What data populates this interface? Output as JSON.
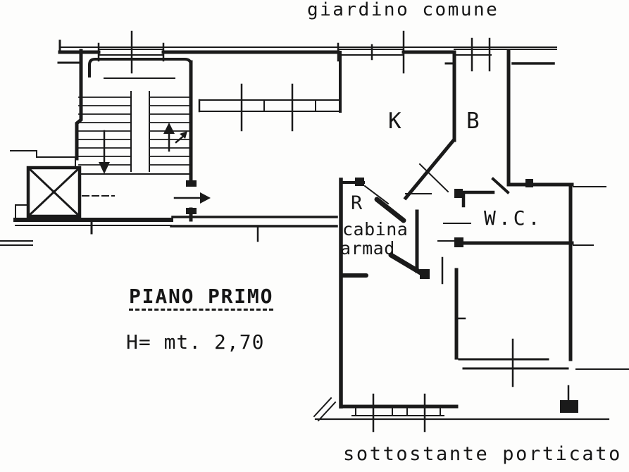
{
  "plan": {
    "top_caption": "giardino comune",
    "bottom_caption": "sottostante porticato",
    "floor_label": "PIANO PRIMO",
    "height_label": "H= mt. 2,70"
  },
  "rooms": {
    "kitchen": "K",
    "bathroom": "B",
    "storage": "R",
    "closet_line1": "cabina",
    "closet_line2": "armad",
    "wc": "W.C."
  },
  "colors": {
    "ink": "#1a1a1a",
    "paper": "#fdfdfc"
  }
}
